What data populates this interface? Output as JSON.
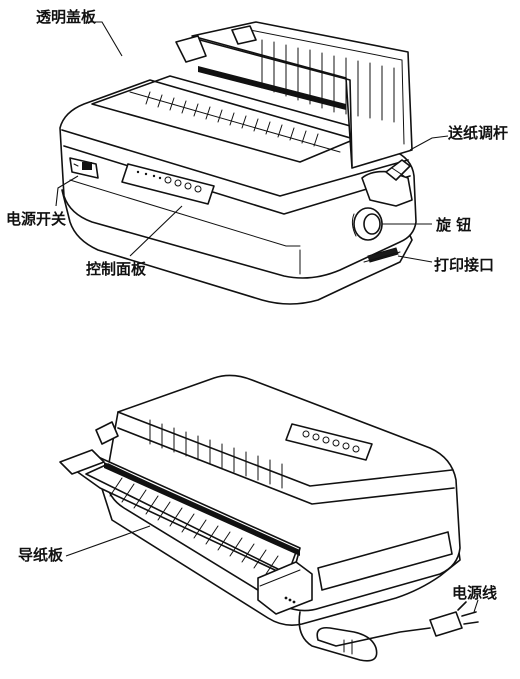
{
  "labels": {
    "cover": "透明盖板",
    "feed_lever": "送纸调杆",
    "power_switch": "电源开关",
    "knob": "旋  钮",
    "control_panel": "控制面板",
    "print_port": "打印接口",
    "paper_guide": "导纸板",
    "power_cord": "电源线"
  }
}
